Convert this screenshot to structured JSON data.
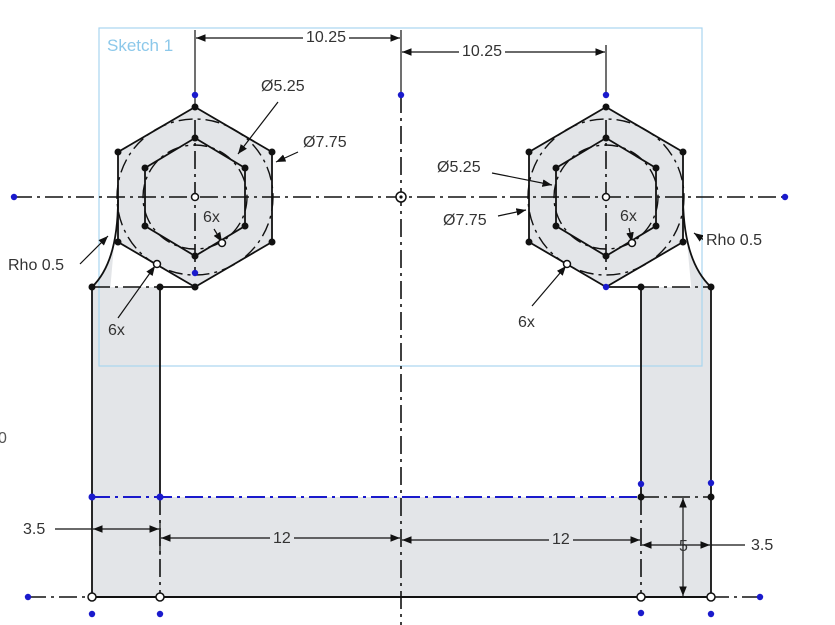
{
  "sketch": {
    "name": "Sketch 1",
    "colors": {
      "region_fill": "#e3e5e8",
      "geometry": "#111111",
      "selected": "#1a1acc",
      "sketch_frame": "#a9d6ef",
      "label": "#8cc8ea"
    }
  },
  "dimensions": {
    "top_left_spacing": "10.25",
    "top_right_spacing": "10.25",
    "left_inner_diameter": "Ø5.25",
    "left_outer_diameter": "Ø7.75",
    "right_inner_diameter": "Ø5.25",
    "right_outer_diameter": "Ø7.75",
    "left_pattern_inner": "6x",
    "left_pattern_outer": "6x",
    "right_pattern_inner": "6x",
    "right_pattern_outer": "6x",
    "left_rho": "Rho 0.5",
    "right_rho": "Rho 0.5",
    "left_width": "3.5",
    "right_width": "3.5",
    "left_span": "12",
    "right_span": "12",
    "bar_height": "5",
    "edge_partial_top": "0",
    "edge_partial_bottom": ","
  }
}
